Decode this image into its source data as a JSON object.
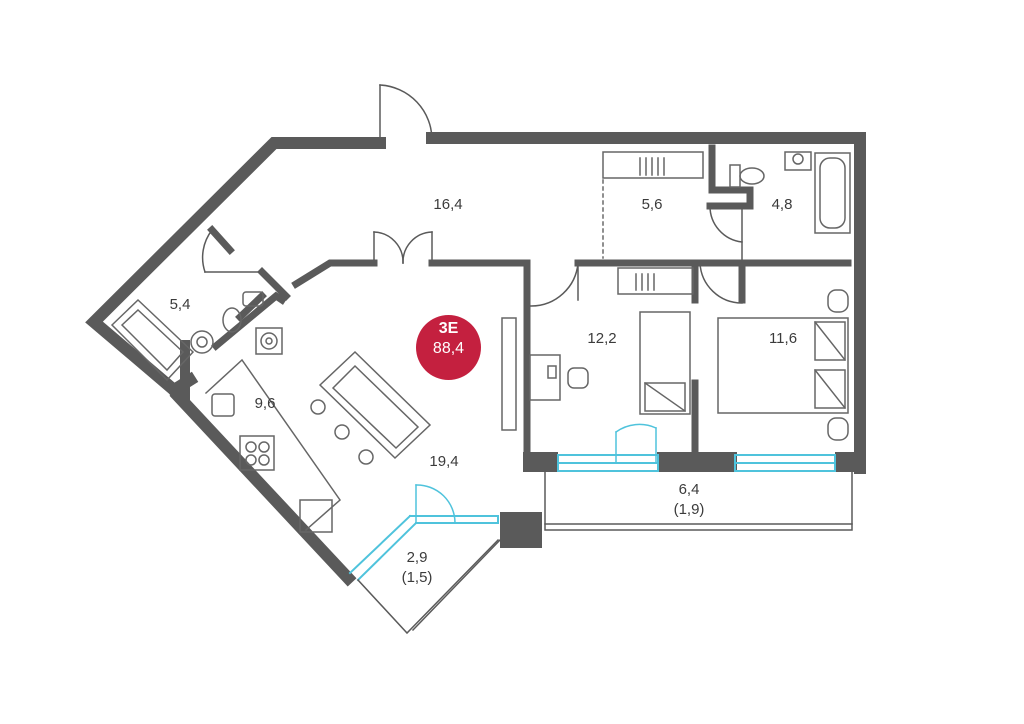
{
  "plan": {
    "type_label": "3E",
    "total_area": "88,4",
    "rooms": [
      {
        "id": "hall",
        "area": "16,4"
      },
      {
        "id": "wardrobe",
        "area": "5,6"
      },
      {
        "id": "bathroom-right",
        "area": "4,8"
      },
      {
        "id": "bathroom-left",
        "area": "5,4"
      },
      {
        "id": "bedroom-1",
        "area": "12,2"
      },
      {
        "id": "bedroom-2",
        "area": "11,6"
      },
      {
        "id": "kitchen",
        "area": "9,6"
      },
      {
        "id": "living-room",
        "area": "19,4"
      },
      {
        "id": "balcony-large",
        "area": "6,4",
        "sub_area": "(1,9)"
      },
      {
        "id": "balcony-small",
        "area": "2,9",
        "sub_area": "(1,5)"
      }
    ]
  },
  "colors": {
    "wall": "#5a5a5a",
    "window": "#4fc3dc",
    "fixture": "#666666",
    "badge": "#c4203f",
    "text": "#3b3b3b"
  }
}
